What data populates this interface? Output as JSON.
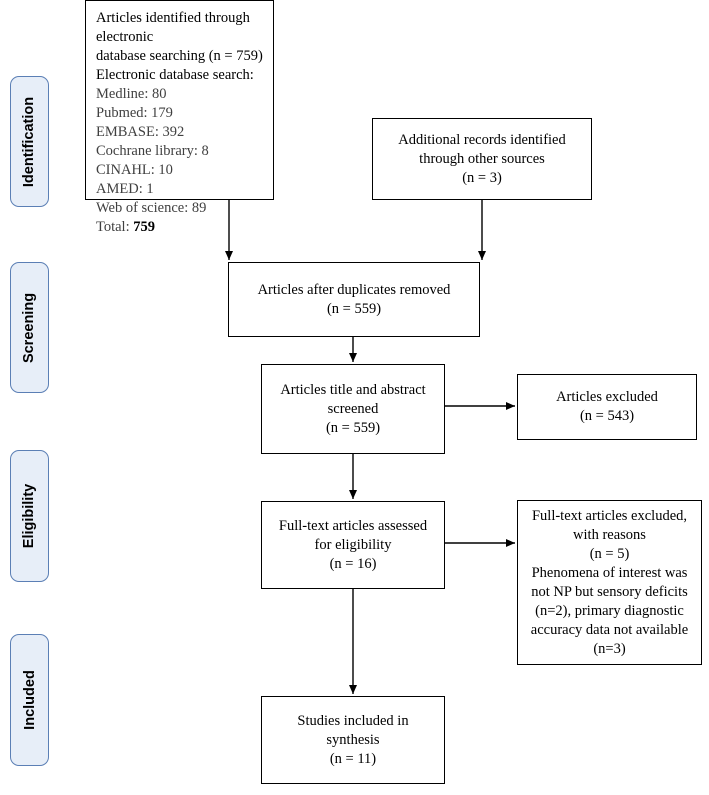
{
  "stages": [
    "Identification",
    "Screening",
    "Eligibility",
    "Included"
  ],
  "identification_box": {
    "line1": "Articles identified through electronic",
    "line2": "database searching (n = 759)",
    "heading": "Electronic database search:",
    "databases": [
      "Medline: 80",
      "Pubmed: 179",
      "EMBASE: 392",
      "Cochrane library: 8",
      "CINAHL: 10",
      "AMED: 1",
      "Web of science: 89"
    ],
    "total_label": "Total:",
    "total_value": "759"
  },
  "additional_box": {
    "lines": [
      "Additional records identified",
      "through other sources",
      "(n = 3)"
    ]
  },
  "duplicates_box": {
    "lines": [
      "Articles after duplicates removed",
      "(n = 559)"
    ]
  },
  "screened_box": {
    "lines": [
      "Articles title and abstract",
      "screened",
      "(n = 559)"
    ]
  },
  "excluded_box": {
    "lines": [
      "Articles excluded",
      "(n = 543)"
    ]
  },
  "fulltext_box": {
    "lines": [
      "Full-text articles assessed",
      "for eligibility",
      "(n = 16)"
    ]
  },
  "fulltext_excluded_box": {
    "lines": [
      "Full-text articles excluded,",
      "with reasons",
      "(n = 5)",
      "Phenomena of interest was",
      "not NP but sensory deficits",
      "(n=2), primary diagnostic",
      "accuracy data not available",
      "(n=3)"
    ]
  },
  "included_box": {
    "lines": [
      "Studies included in",
      "synthesis",
      "(n = 11)"
    ]
  }
}
